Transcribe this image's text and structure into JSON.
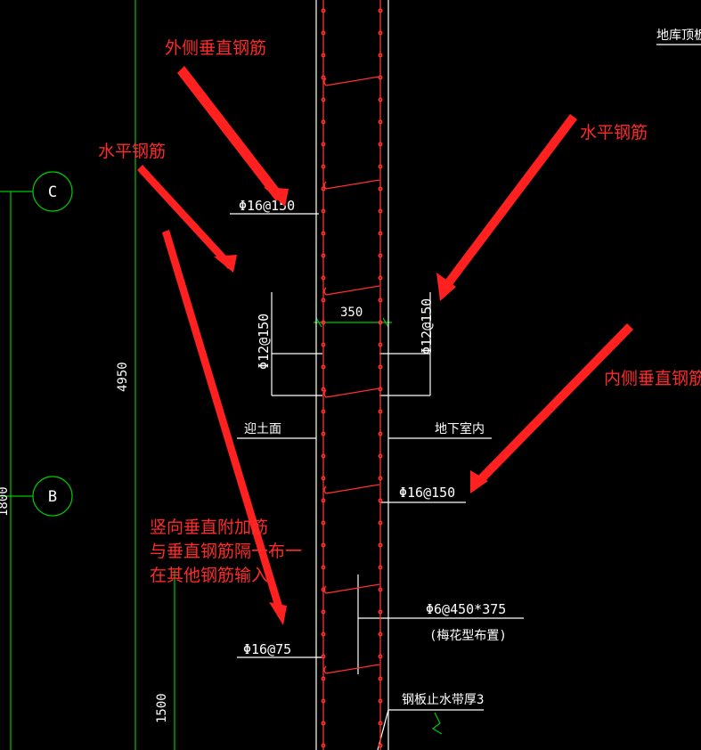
{
  "drawing": {
    "title_fragment": "地库顶板标",
    "grid_axes": [
      {
        "label": "C"
      },
      {
        "label": "B"
      }
    ],
    "dimensions": {
      "story_height": "4950",
      "partial_left": "1800",
      "wall_thickness": "350",
      "bottom": "1500"
    },
    "rebar_labels": {
      "outer_vertical": "Φ16@150",
      "left_horizontal": "Φ12@150",
      "right_horizontal": "Φ12@150",
      "inner_vertical": "Φ16@150",
      "tie_bar": "Φ6@450*375",
      "tie_note": "(梅花型布置)",
      "additional_vertical": "Φ16@75",
      "waterstop": "钢板止水带厚3"
    },
    "side_labels": {
      "soil_side": "迎土面",
      "interior_side": "地下室内"
    }
  },
  "annotations": {
    "outer_vertical": "外侧垂直钢筋",
    "horizontal_left": "水平钢筋",
    "horizontal_right": "水平钢筋",
    "inner_vertical": "内侧垂直钢筋",
    "additional_line1": "竖向垂直附加筋",
    "additional_line2": "与垂直钢筋隔一布一",
    "additional_line3": "在其他钢筋输入"
  },
  "colors": {
    "background": "#000000",
    "cad_line": "#ffffff",
    "grid": "#00c800",
    "rebar": "#ff3030",
    "annotation": "#ff2a2a"
  }
}
